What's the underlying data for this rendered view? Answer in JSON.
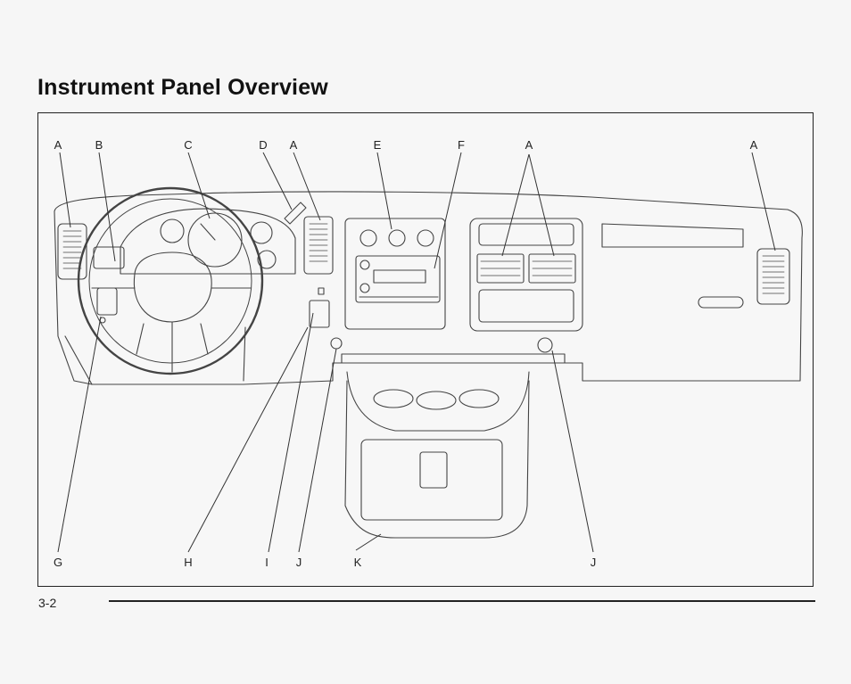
{
  "page": {
    "title": "Instrument Panel Overview",
    "page_number": "3-2"
  },
  "callouts": {
    "top": [
      "A",
      "B",
      "C",
      "D",
      "A",
      "E",
      "F",
      "A",
      "A"
    ],
    "bottom": [
      "G",
      "H",
      "I",
      "J",
      "K",
      "J"
    ]
  }
}
